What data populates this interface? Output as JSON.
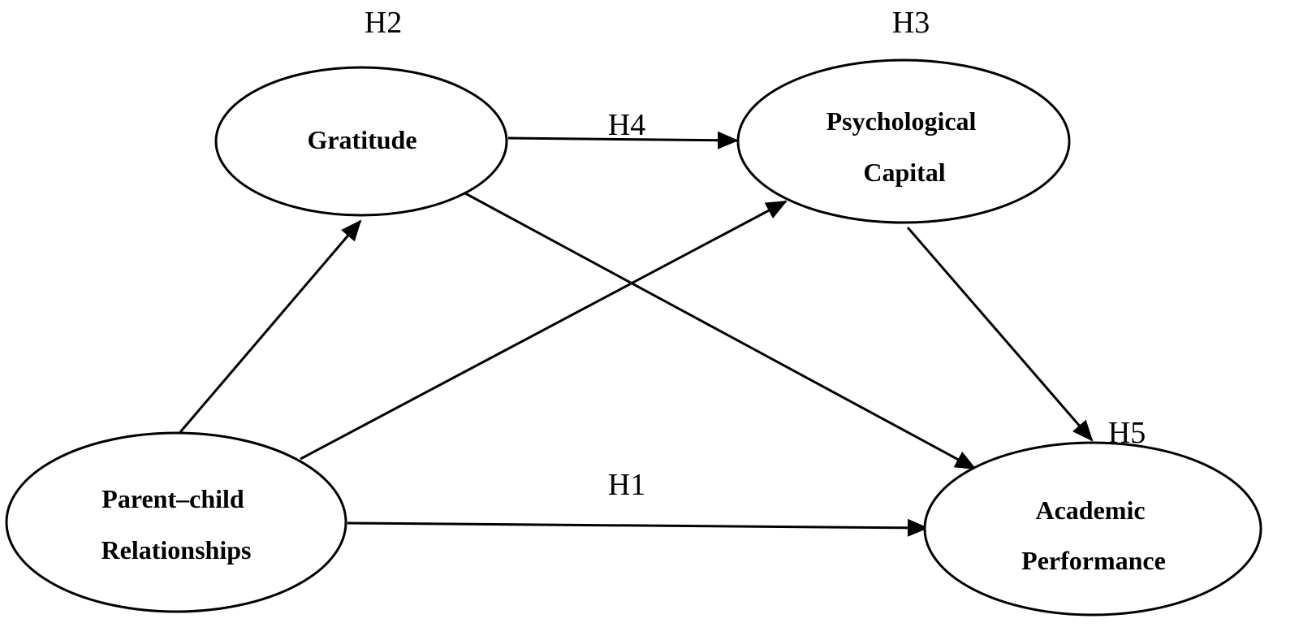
{
  "colors": {
    "line": "#000000",
    "background": "#ffffff",
    "text": "#000000"
  },
  "nodes": {
    "gratitude": {
      "lines": [
        "Gratitude"
      ]
    },
    "psych_capital": {
      "lines": [
        "Psychological",
        "Capital"
      ]
    },
    "parent_child": {
      "lines": [
        "Parent–child",
        "Relationships"
      ]
    },
    "academic": {
      "lines": [
        "Academic",
        "Performance"
      ]
    }
  },
  "hypotheses": {
    "h1": "H1",
    "h2": "H2",
    "h3": "H3",
    "h4": "H4",
    "h5": "H5"
  },
  "edges": [
    {
      "from": "parent_child",
      "to": "gratitude"
    },
    {
      "from": "parent_child",
      "to": "psych_capital"
    },
    {
      "from": "parent_child",
      "to": "academic"
    },
    {
      "from": "gratitude",
      "to": "psych_capital"
    },
    {
      "from": "gratitude",
      "to": "academic"
    },
    {
      "from": "psych_capital",
      "to": "academic"
    }
  ]
}
